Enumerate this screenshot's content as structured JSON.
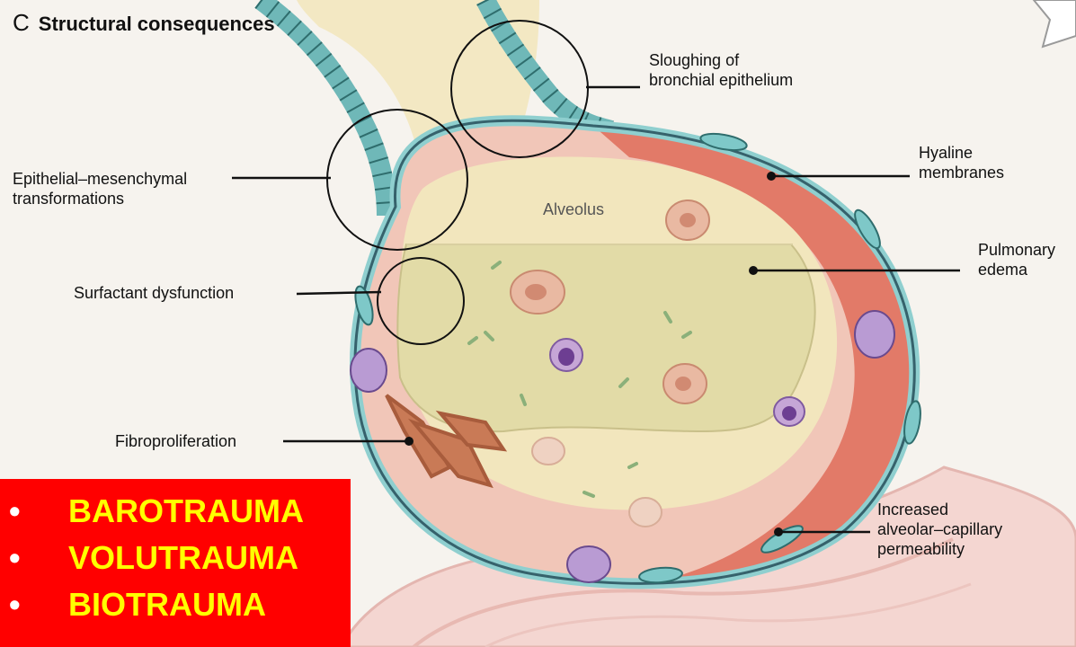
{
  "title": {
    "letter": "C",
    "text": "Structural consequences"
  },
  "labels": {
    "sloughing_l1": "Sloughing of",
    "sloughing_l2": "bronchial epithelium",
    "hyaline_l1": "Hyaline",
    "hyaline_l2": "membranes",
    "emt_l1": "Epithelial–mesenchymal",
    "emt_l2": "transformations",
    "alveolus": "Alveolus",
    "edema_l1": "Pulmonary",
    "edema_l2": "edema",
    "surfactant": "Surfactant dysfunction",
    "fibro": "Fibroproliferation",
    "perm_l1": "Increased",
    "perm_l2": "alveolar–capillary",
    "perm_l3": "permeability"
  },
  "trauma_list": {
    "bullet": "•",
    "items": [
      "BAROTRAUMA",
      "VOLUTRAUMA",
      "BIOTRAUMA"
    ]
  },
  "colors": {
    "background": "#f6f3ee",
    "alveolus_fill": "#f0e3b6",
    "hyaline": "#e27a68",
    "epithelium": "#8fcfcf",
    "red_box": "#ff0000",
    "red_box_text": "#ffff00"
  }
}
